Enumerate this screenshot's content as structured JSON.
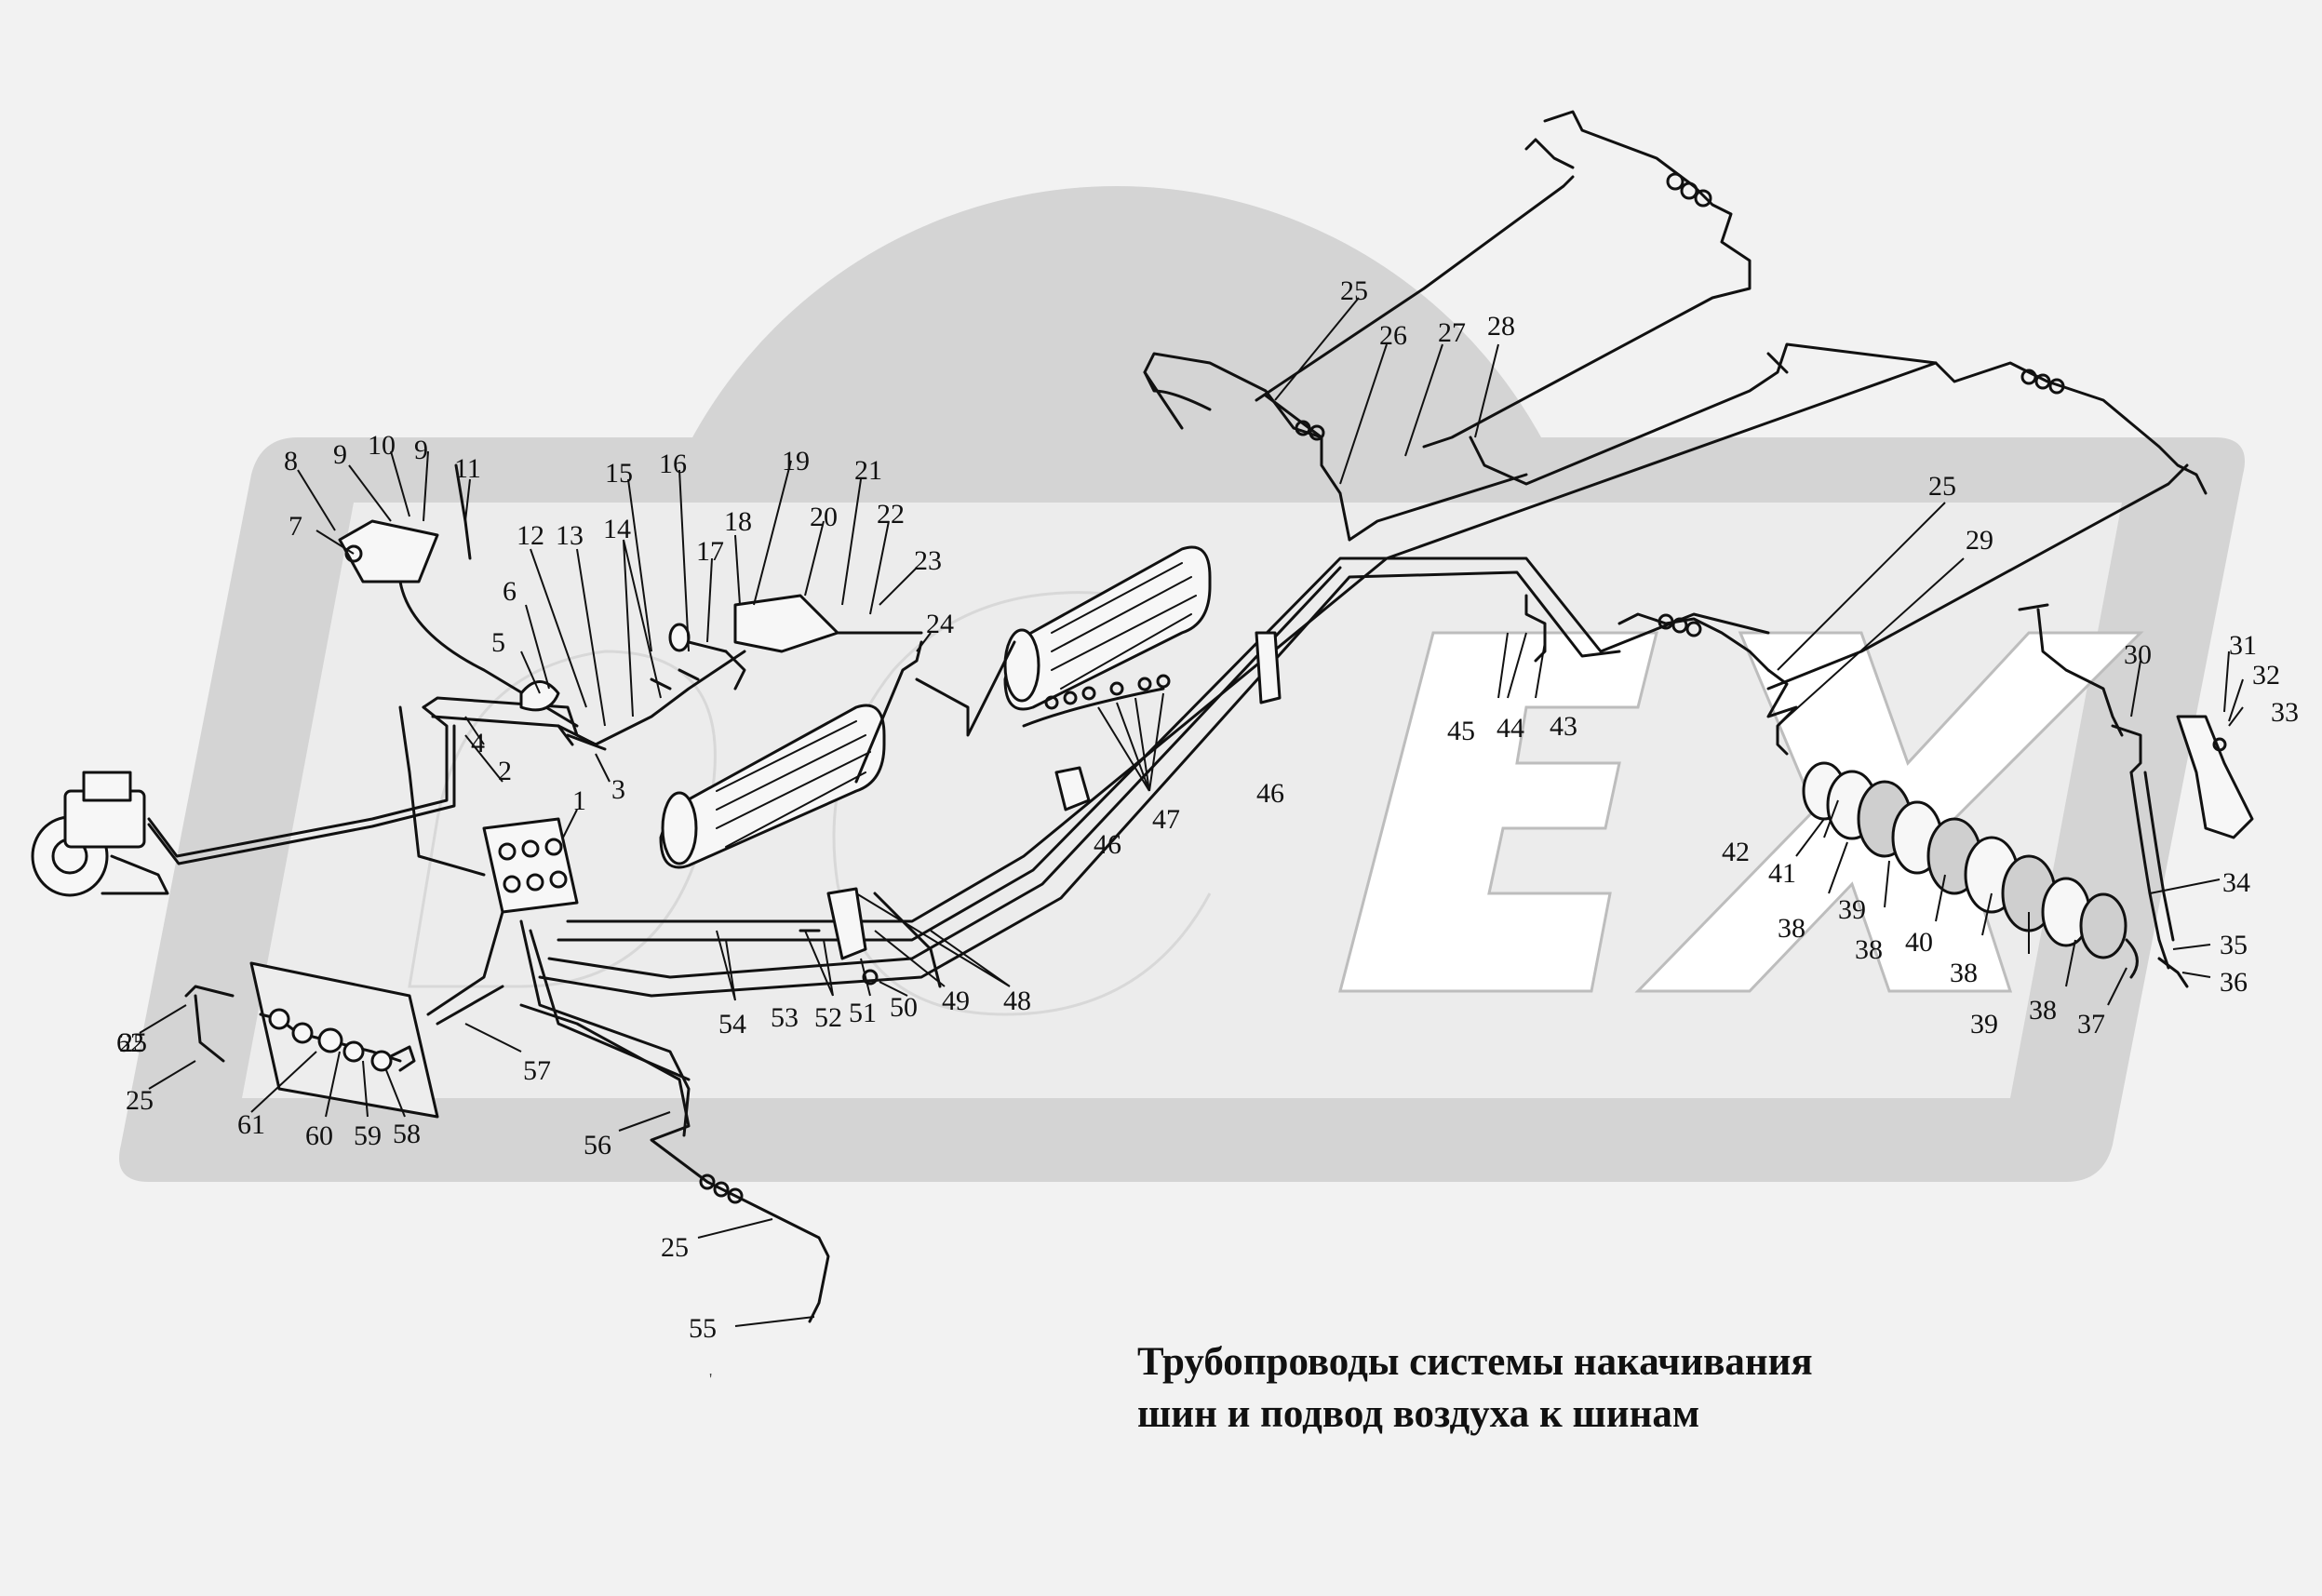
{
  "caption": {
    "line1": "Трубопроводы системы накачивания",
    "line2": "шин и подвод воздуха к шинам"
  },
  "watermark": {
    "text": "OPEX",
    "color": "#d2d2d2"
  },
  "colors": {
    "line": "#111111",
    "background": "#f2f2f2",
    "watermark": "#d0d0d0"
  },
  "labels": [
    "1",
    "2",
    "3",
    "4",
    "5",
    "6",
    "7",
    "8",
    "9",
    "10",
    "9",
    "11",
    "12",
    "13",
    "14",
    "15",
    "16",
    "17",
    "18",
    "19",
    "20",
    "21",
    "22",
    "23",
    "24",
    "25",
    "26",
    "27",
    "28",
    "25",
    "29",
    "25",
    "25",
    "25",
    "30",
    "31",
    "32",
    "33",
    "34",
    "35",
    "36",
    "37",
    "38",
    "39",
    "38",
    "40",
    "38",
    "39",
    "38",
    "41",
    "42",
    "43",
    "44",
    "45",
    "46",
    "46",
    "47",
    "48",
    "49",
    "50",
    "51",
    "52",
    "53",
    "54",
    "55",
    "56",
    "57",
    "58",
    "59",
    "60",
    "61",
    "62"
  ]
}
